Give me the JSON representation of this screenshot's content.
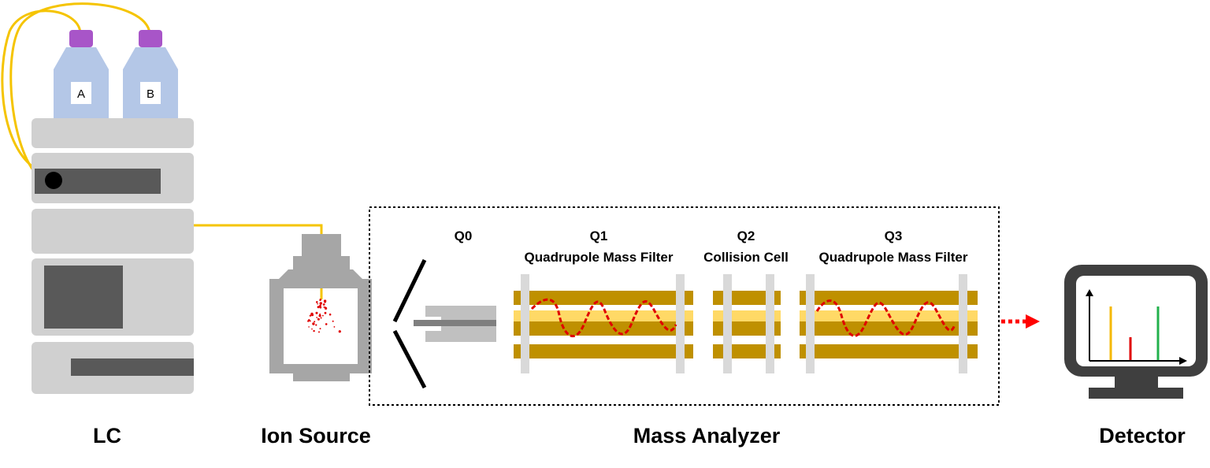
{
  "sections": {
    "lc": "LC",
    "ion_source": "Ion Source",
    "mass_analyzer": "Mass Analyzer",
    "detector": "Detector"
  },
  "bottles": {
    "a": "A",
    "b": "B"
  },
  "quadrupoles": {
    "q0": {
      "name": "Q0"
    },
    "q1": {
      "name": "Q1",
      "desc": "Quadrupole Mass Filter"
    },
    "q2": {
      "name": "Q2",
      "desc": "Collision Cell"
    },
    "q3": {
      "name": "Q3",
      "desc": "Quadrupole Mass Filter"
    }
  },
  "colors": {
    "tubing": "#f5c400",
    "rod": "#bf9000",
    "rod_light": "#ffd966",
    "cap": "#a855c8",
    "bottle": "#b4c7e7",
    "instrument": "#d0d0d0",
    "dark_gray": "#595959",
    "ion": "#e00000",
    "arrow": "#ff0000",
    "monitor": "#3f3f3f",
    "peak1": "#f5b800",
    "peak2": "#e00000",
    "peak3": "#22b14c"
  }
}
